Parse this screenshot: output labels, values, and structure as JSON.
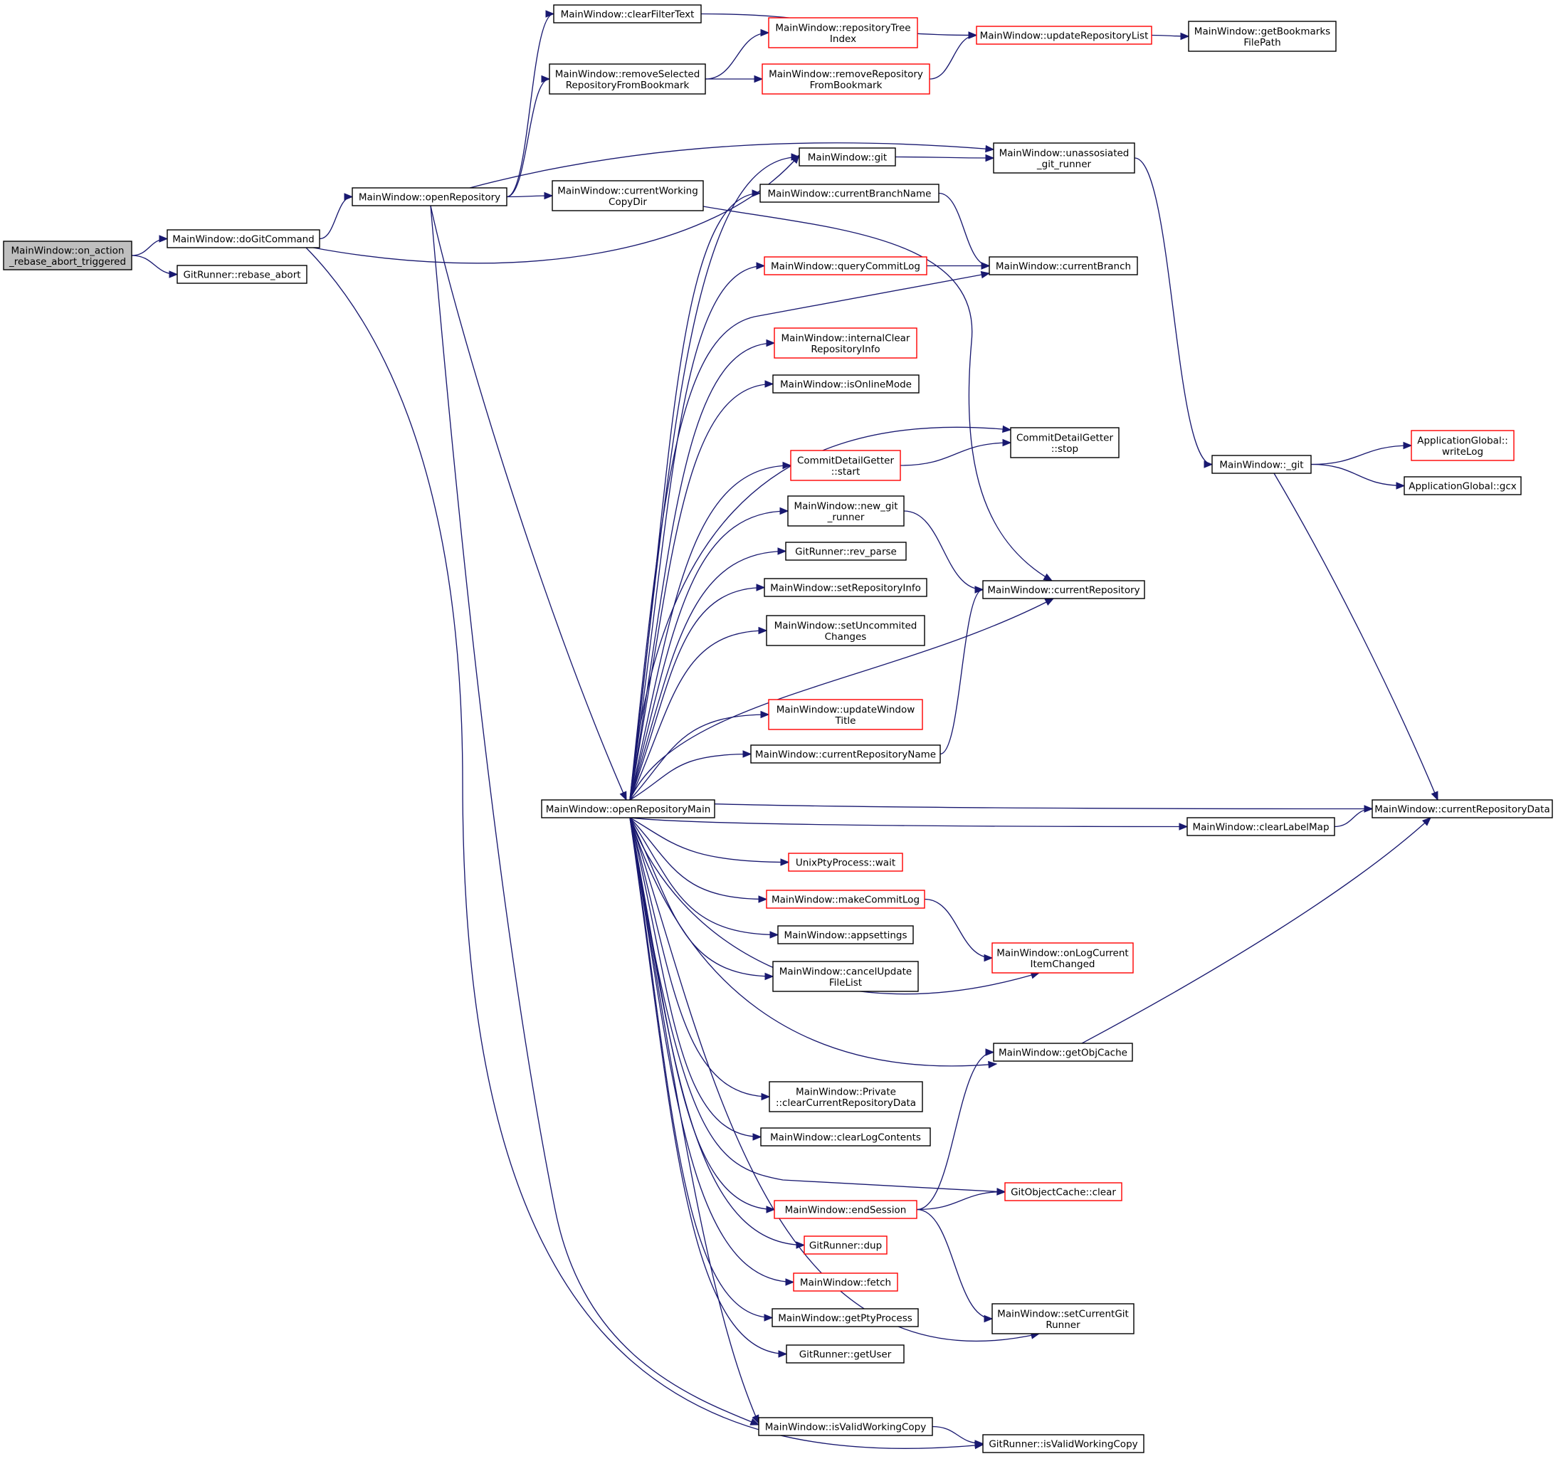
{
  "colors": {
    "edge": "#191970",
    "node_border_normal": "#000000",
    "node_border_truncated": "#ff0000",
    "node_fill_root": "#bfbfbf",
    "node_fill": "#ffffff"
  },
  "nodes": [
    {
      "id": "root",
      "lines": [
        "MainWindow::on_action",
        "_rebase_abort_triggered"
      ],
      "style": "root"
    },
    {
      "id": "doGit",
      "lines": [
        "MainWindow::doGitCommand"
      ],
      "style": "normal"
    },
    {
      "id": "rebaseAbort",
      "lines": [
        "GitRunner::rebase_abort"
      ],
      "style": "normal"
    },
    {
      "id": "openRepo",
      "lines": [
        "MainWindow::openRepository"
      ],
      "style": "normal"
    },
    {
      "id": "clearFilter",
      "lines": [
        "MainWindow::clearFilterText"
      ],
      "style": "normal"
    },
    {
      "id": "removeSel",
      "lines": [
        "MainWindow::removeSelected",
        "RepositoryFromBookmark"
      ],
      "style": "normal"
    },
    {
      "id": "repoTreeIdx",
      "lines": [
        "MainWindow::repositoryTree",
        "Index"
      ],
      "style": "red"
    },
    {
      "id": "removeRepoBm",
      "lines": [
        "MainWindow::removeRepository",
        "FromBookmark"
      ],
      "style": "red"
    },
    {
      "id": "updateRepoList",
      "lines": [
        "MainWindow::updateRepositoryList"
      ],
      "style": "red"
    },
    {
      "id": "getBmPath",
      "lines": [
        "MainWindow::getBookmarks",
        "FilePath"
      ],
      "style": "normal"
    },
    {
      "id": "git",
      "lines": [
        "MainWindow::git"
      ],
      "style": "normal"
    },
    {
      "id": "unassoc",
      "lines": [
        "MainWindow::unassosiated",
        "_git_runner"
      ],
      "style": "normal"
    },
    {
      "id": "curWorkCopy",
      "lines": [
        "MainWindow::currentWorking",
        "CopyDir"
      ],
      "style": "normal"
    },
    {
      "id": "curBranchName",
      "lines": [
        "MainWindow::currentBranchName"
      ],
      "style": "normal"
    },
    {
      "id": "queryCommitLog",
      "lines": [
        "MainWindow::queryCommitLog"
      ],
      "style": "red"
    },
    {
      "id": "curBranch",
      "lines": [
        "MainWindow::currentBranch"
      ],
      "style": "normal"
    },
    {
      "id": "internalClear",
      "lines": [
        "MainWindow::internalClear",
        "RepositoryInfo"
      ],
      "style": "red"
    },
    {
      "id": "isOnline",
      "lines": [
        "MainWindow::isOnlineMode"
      ],
      "style": "normal"
    },
    {
      "id": "cdgStop",
      "lines": [
        "CommitDetailGetter",
        "::stop"
      ],
      "style": "normal"
    },
    {
      "id": "cdgStart",
      "lines": [
        "CommitDetailGetter",
        "::start"
      ],
      "style": "red"
    },
    {
      "id": "newGitRunner",
      "lines": [
        "MainWindow::new_git",
        "_runner"
      ],
      "style": "normal"
    },
    {
      "id": "revParse",
      "lines": [
        "GitRunner::rev_parse"
      ],
      "style": "normal"
    },
    {
      "id": "setRepoInfo",
      "lines": [
        "MainWindow::setRepositoryInfo"
      ],
      "style": "normal"
    },
    {
      "id": "curRepo",
      "lines": [
        "MainWindow::currentRepository"
      ],
      "style": "normal"
    },
    {
      "id": "setUncommited",
      "lines": [
        "MainWindow::setUncommited",
        "Changes"
      ],
      "style": "normal"
    },
    {
      "id": "updWinTitle",
      "lines": [
        "MainWindow::updateWindow",
        "Title"
      ],
      "style": "red"
    },
    {
      "id": "curRepoName",
      "lines": [
        "MainWindow::currentRepositoryName"
      ],
      "style": "normal"
    },
    {
      "id": "openRepoMain",
      "lines": [
        "MainWindow::openRepositoryMain"
      ],
      "style": "normal"
    },
    {
      "id": "curRepoData",
      "lines": [
        "MainWindow::currentRepositoryData"
      ],
      "style": "normal"
    },
    {
      "id": "clearLabelMap",
      "lines": [
        "MainWindow::clearLabelMap"
      ],
      "style": "normal"
    },
    {
      "id": "uGit",
      "lines": [
        "MainWindow::_git"
      ],
      "style": "normal"
    },
    {
      "id": "writeLog",
      "lines": [
        "ApplicationGlobal::",
        "writeLog"
      ],
      "style": "red"
    },
    {
      "id": "gcx",
      "lines": [
        "ApplicationGlobal::gcx"
      ],
      "style": "normal"
    },
    {
      "id": "unixWait",
      "lines": [
        "UnixPtyProcess::wait"
      ],
      "style": "red"
    },
    {
      "id": "makeCommitLog",
      "lines": [
        "MainWindow::makeCommitLog"
      ],
      "style": "red"
    },
    {
      "id": "appSettings",
      "lines": [
        "MainWindow::appsettings"
      ],
      "style": "normal"
    },
    {
      "id": "onLogCur",
      "lines": [
        "MainWindow::onLogCurrent",
        "ItemChanged"
      ],
      "style": "red"
    },
    {
      "id": "cancelUpd",
      "lines": [
        "MainWindow::cancelUpdate",
        "FileList"
      ],
      "style": "normal"
    },
    {
      "id": "getObjCache",
      "lines": [
        "MainWindow::getObjCache"
      ],
      "style": "normal"
    },
    {
      "id": "privClear",
      "lines": [
        "MainWindow::Private",
        "::clearCurrentRepositoryData"
      ],
      "style": "normal"
    },
    {
      "id": "clearLogC",
      "lines": [
        "MainWindow::clearLogContents"
      ],
      "style": "normal"
    },
    {
      "id": "gocClear",
      "lines": [
        "GitObjectCache::clear"
      ],
      "style": "red"
    },
    {
      "id": "endSession",
      "lines": [
        "MainWindow::endSession"
      ],
      "style": "red"
    },
    {
      "id": "dup",
      "lines": [
        "GitRunner::dup"
      ],
      "style": "red"
    },
    {
      "id": "fetch",
      "lines": [
        "MainWindow::fetch"
      ],
      "style": "red"
    },
    {
      "id": "getPty",
      "lines": [
        "MainWindow::getPtyProcess"
      ],
      "style": "normal"
    },
    {
      "id": "setCurGit",
      "lines": [
        "MainWindow::setCurrentGit",
        "Runner"
      ],
      "style": "normal"
    },
    {
      "id": "getUser",
      "lines": [
        "GitRunner::getUser"
      ],
      "style": "normal"
    },
    {
      "id": "mwValid",
      "lines": [
        "MainWindow::isValidWorkingCopy"
      ],
      "style": "normal"
    },
    {
      "id": "grValid",
      "lines": [
        "GitRunner::isValidWorkingCopy"
      ],
      "style": "normal"
    }
  ],
  "edges": [
    [
      "root",
      "doGit"
    ],
    [
      "root",
      "rebaseAbort"
    ],
    [
      "doGit",
      "openRepo"
    ],
    [
      "doGit",
      "git"
    ],
    [
      "doGit",
      "grValid"
    ],
    [
      "openRepo",
      "clearFilter"
    ],
    [
      "openRepo",
      "removeSel"
    ],
    [
      "openRepo",
      "unassoc"
    ],
    [
      "openRepo",
      "curWorkCopy"
    ],
    [
      "openRepo",
      "openRepoMain"
    ],
    [
      "openRepo",
      "mwValid"
    ],
    [
      "clearFilter",
      "updateRepoList"
    ],
    [
      "removeSel",
      "repoTreeIdx"
    ],
    [
      "removeSel",
      "removeRepoBm"
    ],
    [
      "removeRepoBm",
      "updateRepoList"
    ],
    [
      "updateRepoList",
      "getBmPath"
    ],
    [
      "git",
      "unassoc"
    ],
    [
      "unassoc",
      "uGit"
    ],
    [
      "curWorkCopy",
      "curRepo"
    ],
    [
      "curBranchName",
      "curBranch"
    ],
    [
      "queryCommitLog",
      "curBranch"
    ],
    [
      "cdgStart",
      "cdgStop"
    ],
    [
      "newGitRunner",
      "curRepo"
    ],
    [
      "curRepoName",
      "curRepo"
    ],
    [
      "uGit",
      "writeLog"
    ],
    [
      "uGit",
      "gcx"
    ],
    [
      "uGit",
      "curRepoData"
    ],
    [
      "clearLabelMap",
      "curRepoData"
    ],
    [
      "makeCommitLog",
      "onLogCur"
    ],
    [
      "getObjCache",
      "curRepoData"
    ],
    [
      "endSession",
      "getObjCache"
    ],
    [
      "endSession",
      "gocClear"
    ],
    [
      "endSession",
      "setCurGit"
    ],
    [
      "mwValid",
      "grValid"
    ],
    [
      "openRepoMain",
      "git"
    ],
    [
      "openRepoMain",
      "curBranchName"
    ],
    [
      "openRepoMain",
      "queryCommitLog"
    ],
    [
      "openRepoMain",
      "curBranch"
    ],
    [
      "openRepoMain",
      "internalClear"
    ],
    [
      "openRepoMain",
      "isOnline"
    ],
    [
      "openRepoMain",
      "cdgStop"
    ],
    [
      "openRepoMain",
      "cdgStart"
    ],
    [
      "openRepoMain",
      "newGitRunner"
    ],
    [
      "openRepoMain",
      "revParse"
    ],
    [
      "openRepoMain",
      "setRepoInfo"
    ],
    [
      "openRepoMain",
      "setUncommited"
    ],
    [
      "openRepoMain",
      "curRepo"
    ],
    [
      "openRepoMain",
      "updWinTitle"
    ],
    [
      "openRepoMain",
      "curRepoName"
    ],
    [
      "openRepoMain",
      "curRepoData"
    ],
    [
      "openRepoMain",
      "clearLabelMap"
    ],
    [
      "openRepoMain",
      "unixWait"
    ],
    [
      "openRepoMain",
      "makeCommitLog"
    ],
    [
      "openRepoMain",
      "appSettings"
    ],
    [
      "openRepoMain",
      "cancelUpd"
    ],
    [
      "openRepoMain",
      "onLogCur"
    ],
    [
      "openRepoMain",
      "getObjCache"
    ],
    [
      "openRepoMain",
      "privClear"
    ],
    [
      "openRepoMain",
      "clearLogC"
    ],
    [
      "openRepoMain",
      "gocClear"
    ],
    [
      "openRepoMain",
      "endSession"
    ],
    [
      "openRepoMain",
      "dup"
    ],
    [
      "openRepoMain",
      "fetch"
    ],
    [
      "openRepoMain",
      "getPty"
    ],
    [
      "openRepoMain",
      "getUser"
    ],
    [
      "openRepoMain",
      "setCurGit"
    ],
    [
      "openRepoMain",
      "mwValid"
    ]
  ]
}
